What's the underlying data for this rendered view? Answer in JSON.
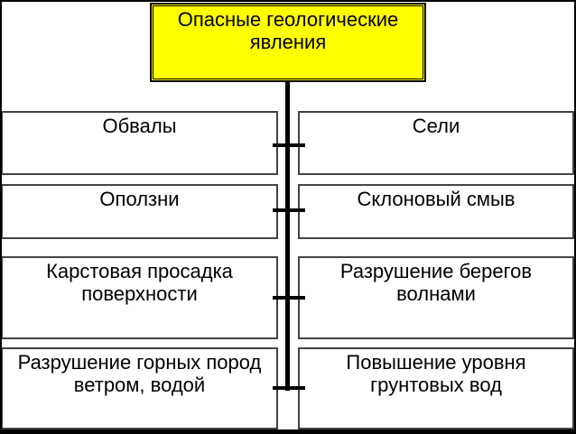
{
  "diagram": {
    "title": "Опасные геологические явления",
    "root": {
      "label": "Опасные геологические явления",
      "fill_color": "#ffff00",
      "border_color": "#000000"
    },
    "nodes": [
      {
        "label": "Обвалы"
      },
      {
        "label": "Сели"
      },
      {
        "label": "Оползни"
      },
      {
        "label": "Склоновый смыв"
      },
      {
        "label": "Карстовая просадка поверхности"
      },
      {
        "label": "Разрушение берегов волнами"
      },
      {
        "label": "Разрушение горных пород ветром, водой"
      },
      {
        "label": "Повышение уровня грунтовых вод"
      }
    ],
    "colors": {
      "node_fill": "#ffffff",
      "node_border": "#434343",
      "connector": "#000000",
      "frame": "#000000",
      "background": "#ffffff",
      "text": "#000000"
    },
    "layout": {
      "columns": 2,
      "rows": 4,
      "connector_style": "central-trunk-with-branches"
    }
  }
}
